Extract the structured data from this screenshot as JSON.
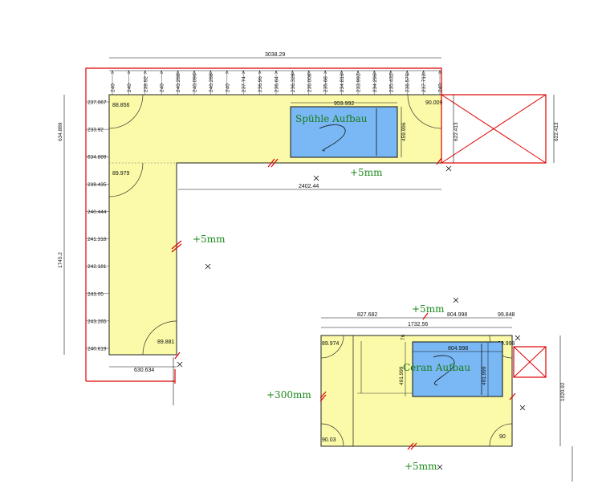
{
  "counter1": {
    "overall_width": "3038.29",
    "inner_width": "2402.44",
    "left_height": "1745.2",
    "left_depth": "634.889",
    "return_width": "630.634",
    "right_depth": "622.413",
    "right_depth_outer": "622.413",
    "top_ticks": [
      "240",
      "240",
      "239.92",
      "240",
      "240.288",
      "240.096",
      "240.288",
      "240",
      "237.74",
      "236.96",
      "236.64",
      "236.328",
      "236.008",
      "235.68",
      "234.816",
      "233.992",
      "234.296",
      "235.432",
      "236.576",
      "237.712",
      "240"
    ],
    "left_ticks": [
      "237.067",
      "233.92",
      "634.889",
      "239.435",
      "240.444",
      "241.318",
      "242.181",
      "243.05",
      "243.265",
      "240.619"
    ],
    "corners": {
      "top_left": "88.856",
      "top_right": "90.009",
      "inner": "89.979",
      "bottom": "89.881"
    },
    "sink": {
      "label": "Spühle Aufbau",
      "width": "959.992",
      "height": "459.996"
    },
    "joint_labels": [
      "+5mm",
      "+5mm"
    ]
  },
  "counter2": {
    "seg_left": "827.682",
    "seg_right": "804.998",
    "corner_dim": "99.848",
    "overall_width": "1732.56",
    "height": "1020.92",
    "sink": {
      "label": "Ceran Aufbau",
      "width": "804.998",
      "height": "491.999",
      "left_small": "491.999",
      "top_small": "76"
    },
    "corners": {
      "top_left": "89.974",
      "top_right": "89.998",
      "bottom_left": "90.03",
      "bottom_right": "90"
    },
    "joint_labels": {
      "top": "+5mm",
      "left": "+300mm",
      "bottom": "+5mm"
    }
  },
  "colors": {
    "counter_fill": "#fafaa8",
    "sink_fill": "#7ab8f5",
    "outline_red": "#e00000",
    "joint_red": "#e00000",
    "note_green": "#1a8a1a"
  }
}
